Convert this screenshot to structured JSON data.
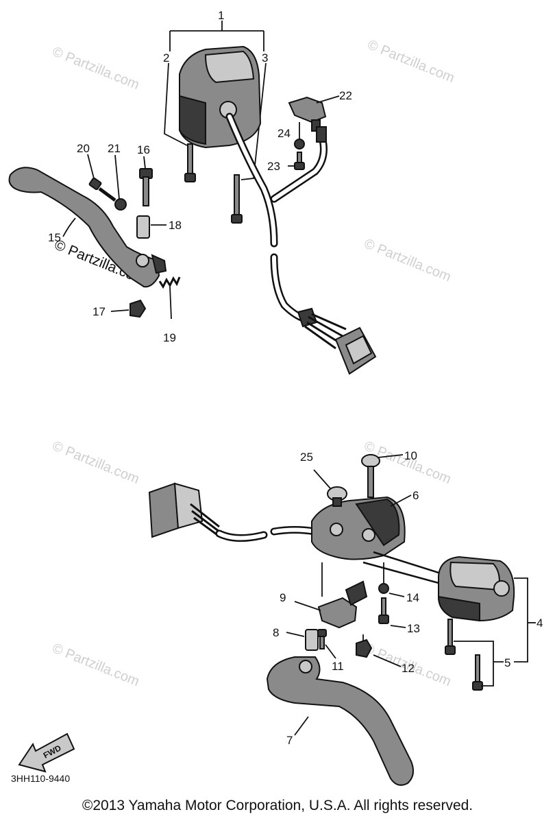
{
  "labels": {
    "l1": "1",
    "l2": "2",
    "l3": "3",
    "l4": "4",
    "l5": "5",
    "l6": "6",
    "l7": "7",
    "l8": "8",
    "l9": "9",
    "l10": "10",
    "l11": "11",
    "l12": "12",
    "l13": "13",
    "l14": "14",
    "l15": "15",
    "l16": "16",
    "l17": "17",
    "l18": "18",
    "l19": "19",
    "l20": "20",
    "l21": "21",
    "l22": "22",
    "l23": "23",
    "l24": "24",
    "l25": "25"
  },
  "watermark": "© Partzilla.com",
  "fwd_label": "FWD",
  "diagram_code": "3HH110-9440",
  "copyright": "©2013 Yamaha Motor Corporation, U.S.A. All rights reserved."
}
